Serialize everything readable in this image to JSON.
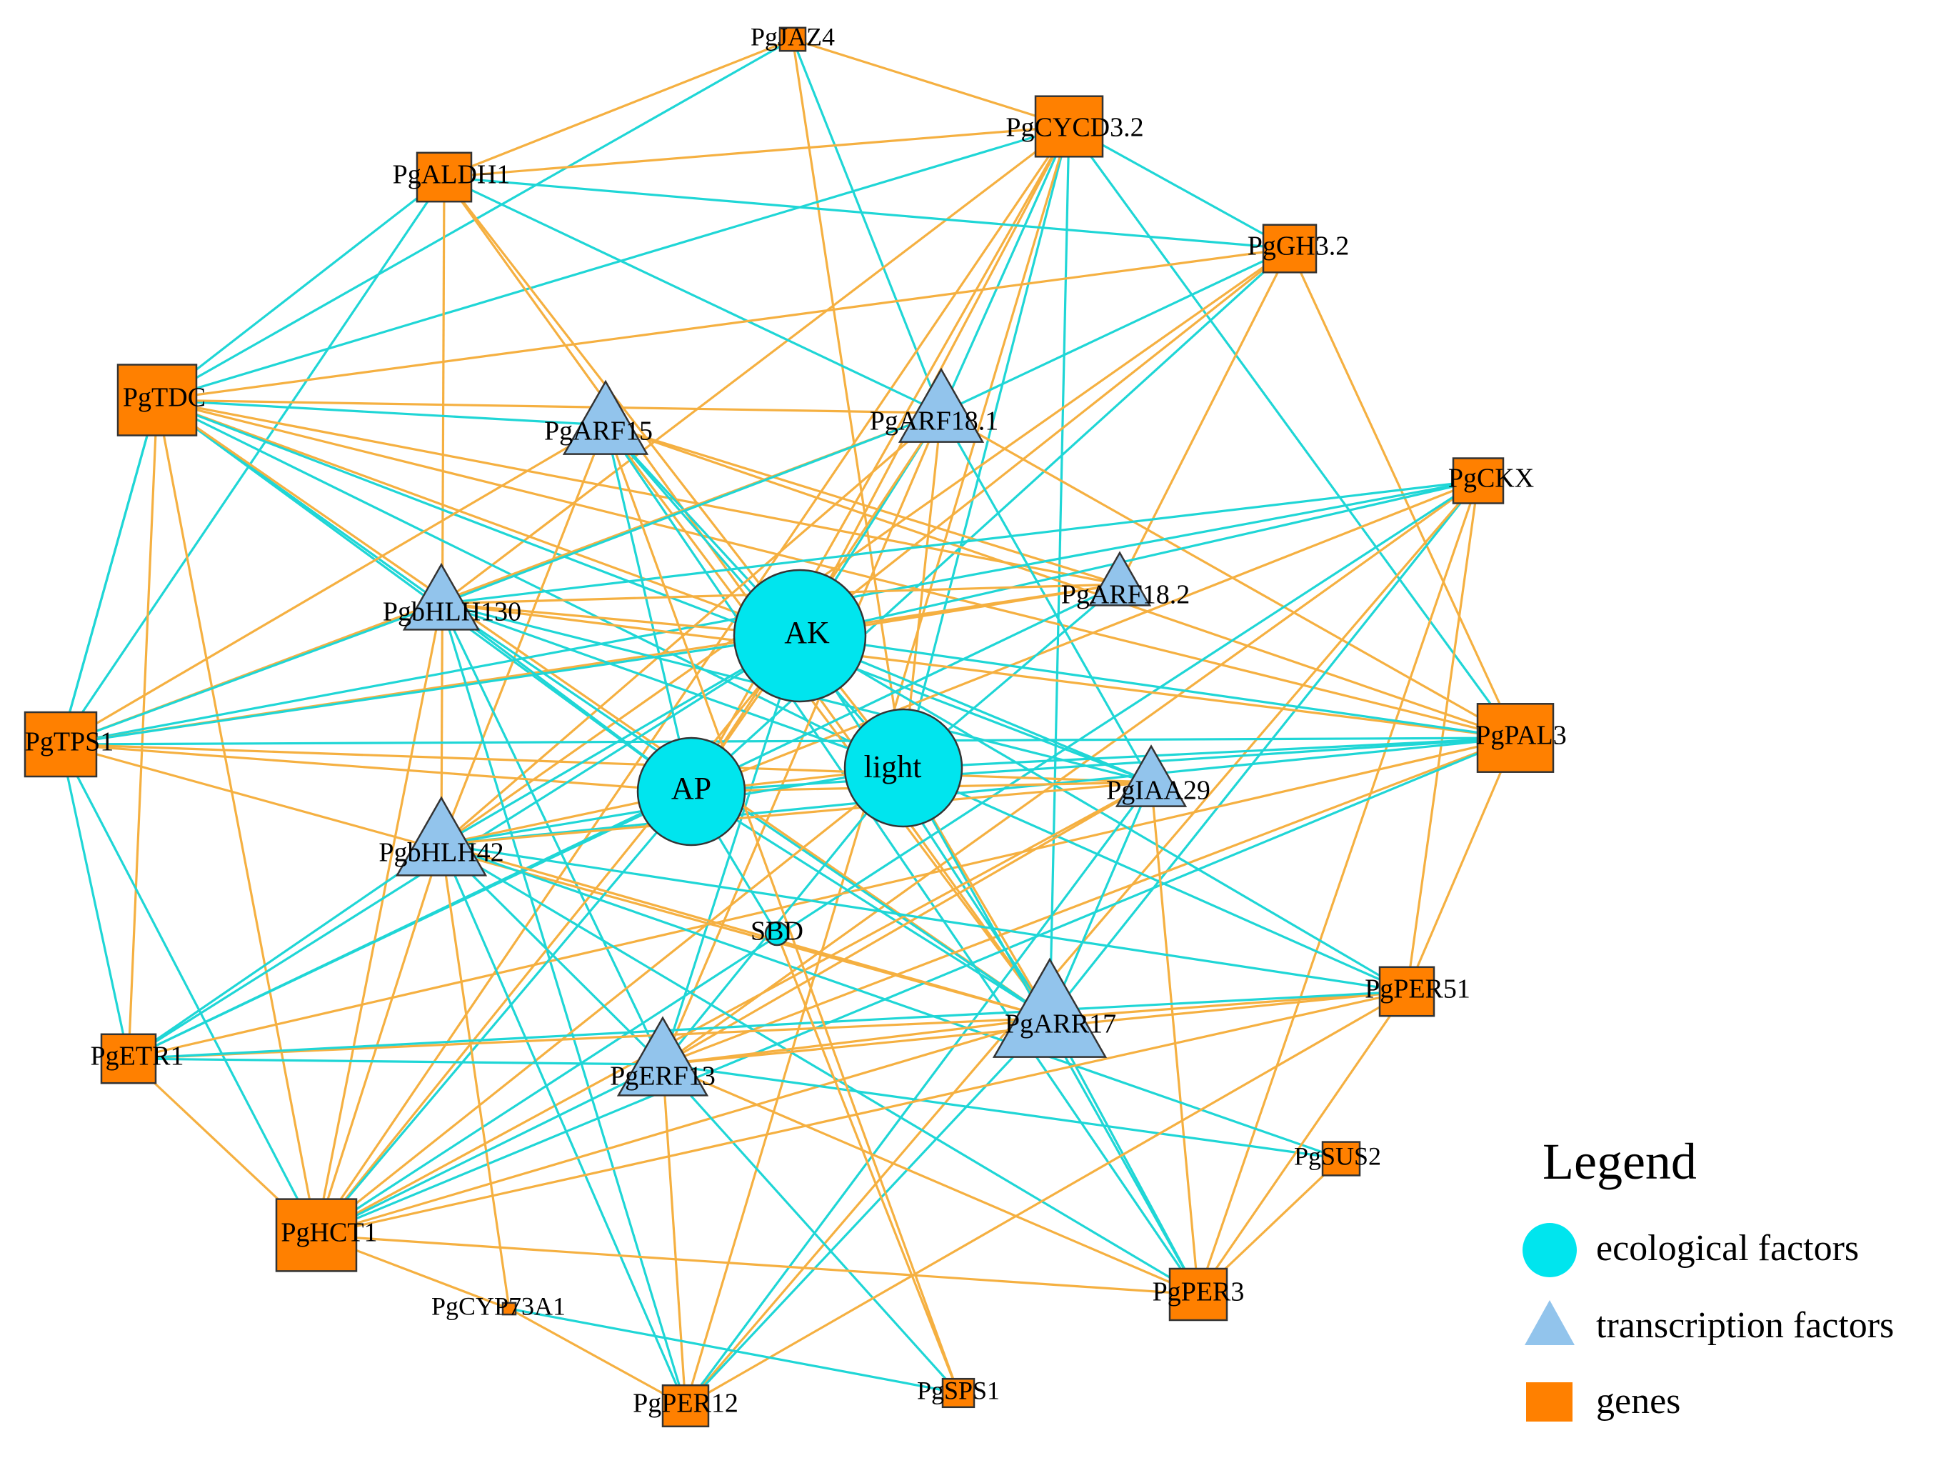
{
  "colors": {
    "positive_edge": "#f5b041",
    "negative_edge": "#1fd6d6",
    "ecological": "#00e5ee",
    "transcription": "#92c4ec",
    "gene": "#ff8000",
    "outline": "#333333"
  },
  "legend": {
    "title": "Legend",
    "items": [
      {
        "shape": "circle",
        "label": "ecological factors"
      },
      {
        "shape": "triangle",
        "label": "transcription factors"
      },
      {
        "shape": "square",
        "label": "genes"
      }
    ]
  },
  "nodes": [
    {
      "id": "AK",
      "label": "AK",
      "type": "ecological"
    },
    {
      "id": "light",
      "label": "light",
      "type": "ecological"
    },
    {
      "id": "AP",
      "label": "AP",
      "type": "ecological"
    },
    {
      "id": "SBD",
      "label": "SBD",
      "type": "ecological"
    },
    {
      "id": "PgARF15",
      "label": "PgARF15",
      "type": "transcription"
    },
    {
      "id": "PgARF18.1",
      "label": "PgARF18.1",
      "type": "transcription"
    },
    {
      "id": "PgARF18.2",
      "label": "PgARF18.2",
      "type": "transcription"
    },
    {
      "id": "PgbHLH130",
      "label": "PgbHLH130",
      "type": "transcription"
    },
    {
      "id": "PgbHLH42",
      "label": "PgbHLH42",
      "type": "transcription"
    },
    {
      "id": "PgIAA29",
      "label": "PgIAA29",
      "type": "transcription"
    },
    {
      "id": "PgARR17",
      "label": "PgARR17",
      "type": "transcription"
    },
    {
      "id": "PgERF13",
      "label": "PgERF13",
      "type": "transcription"
    },
    {
      "id": "PgJAZ4",
      "label": "PgJAZ4",
      "type": "gene"
    },
    {
      "id": "PgCYCD3.2",
      "label": "PgCYCD3.2",
      "type": "gene"
    },
    {
      "id": "PgALDH1",
      "label": "PgALDH1",
      "type": "gene"
    },
    {
      "id": "PgGH3.2",
      "label": "PgGH3.2",
      "type": "gene"
    },
    {
      "id": "PgTDC",
      "label": "PgTDC",
      "type": "gene"
    },
    {
      "id": "PgCKX",
      "label": "PgCKX",
      "type": "gene"
    },
    {
      "id": "PgTPS1",
      "label": "PgTPS1",
      "type": "gene"
    },
    {
      "id": "PgPAL3",
      "label": "PgPAL3",
      "type": "gene"
    },
    {
      "id": "PgPER51",
      "label": "PgPER51",
      "type": "gene"
    },
    {
      "id": "PgETR1",
      "label": "PgETR1",
      "type": "gene"
    },
    {
      "id": "PgSUS2",
      "label": "PgSUS2",
      "type": "gene"
    },
    {
      "id": "PgHCT1",
      "label": "PgHCT1",
      "type": "gene"
    },
    {
      "id": "PgPER3",
      "label": "PgPER3",
      "type": "gene"
    },
    {
      "id": "PgCYP73A1",
      "label": "PgCYP73A1",
      "type": "gene"
    },
    {
      "id": "PgPER12",
      "label": "PgPER12",
      "type": "gene"
    },
    {
      "id": "PgSPS1",
      "label": "PgSPS1",
      "type": "gene"
    }
  ],
  "edges": [
    {
      "from": "PgJAZ4",
      "to": "PgALDH1",
      "sign": "positive"
    },
    {
      "from": "PgJAZ4",
      "to": "PgCYCD3.2",
      "sign": "positive"
    },
    {
      "from": "PgJAZ4",
      "to": "PgTDC",
      "sign": "negative"
    },
    {
      "from": "PgJAZ4",
      "to": "PgARF18.1",
      "sign": "negative"
    },
    {
      "from": "PgJAZ4",
      "to": "light",
      "sign": "positive"
    },
    {
      "from": "PgCYCD3.2",
      "to": "PgALDH1",
      "sign": "positive"
    },
    {
      "from": "PgCYCD3.2",
      "to": "PgTDC",
      "sign": "negative"
    },
    {
      "from": "PgCYCD3.2",
      "to": "PgARF18.1",
      "sign": "negative"
    },
    {
      "from": "PgCYCD3.2",
      "to": "AK",
      "sign": "positive"
    },
    {
      "from": "PgCYCD3.2",
      "to": "AP",
      "sign": "positive"
    },
    {
      "from": "PgCYCD3.2",
      "to": "light",
      "sign": "negative"
    },
    {
      "from": "PgCYCD3.2",
      "to": "PgGH3.2",
      "sign": "negative"
    },
    {
      "from": "PgCYCD3.2",
      "to": "PgPAL3",
      "sign": "negative"
    },
    {
      "from": "PgCYCD3.2",
      "to": "PgARR17",
      "sign": "negative"
    },
    {
      "from": "PgCYCD3.2",
      "to": "PgPER12",
      "sign": "positive"
    },
    {
      "from": "PgCYCD3.2",
      "to": "PgHCT1",
      "sign": "positive"
    },
    {
      "from": "PgCYCD3.2",
      "to": "PgbHLH130",
      "sign": "positive"
    },
    {
      "from": "PgALDH1",
      "to": "PgGH3.2",
      "sign": "negative"
    },
    {
      "from": "PgALDH1",
      "to": "PgTPS1",
      "sign": "negative"
    },
    {
      "from": "PgALDH1",
      "to": "AK",
      "sign": "positive"
    },
    {
      "from": "PgALDH1",
      "to": "PgARF18.1",
      "sign": "negative"
    },
    {
      "from": "PgALDH1",
      "to": "PgbHLH42",
      "sign": "positive"
    },
    {
      "from": "PgALDH1",
      "to": "PgARR17",
      "sign": "positive"
    },
    {
      "from": "PgGH3.2",
      "to": "PgTDC",
      "sign": "positive"
    },
    {
      "from": "PgGH3.2",
      "to": "PgARF18.1",
      "sign": "negative"
    },
    {
      "from": "PgGH3.2",
      "to": "AK",
      "sign": "positive"
    },
    {
      "from": "PgGH3.2",
      "to": "AP",
      "sign": "negative"
    },
    {
      "from": "PgGH3.2",
      "to": "PgPAL3",
      "sign": "positive"
    },
    {
      "from": "PgGH3.2",
      "to": "PgARF18.2",
      "sign": "positive"
    },
    {
      "from": "PgGH3.2",
      "to": "PgbHLH42",
      "sign": "positive"
    },
    {
      "from": "PgTDC",
      "to": "PgARF15",
      "sign": "negative"
    },
    {
      "from": "PgTDC",
      "to": "PgARF18.1",
      "sign": "positive"
    },
    {
      "from": "PgTDC",
      "to": "PgbHLH130",
      "sign": "negative"
    },
    {
      "from": "PgTDC",
      "to": "AK",
      "sign": "positive"
    },
    {
      "from": "PgTDC",
      "to": "AP",
      "sign": "negative"
    },
    {
      "from": "PgTDC",
      "to": "light",
      "sign": "negative"
    },
    {
      "from": "PgTDC",
      "to": "PgARF18.2",
      "sign": "positive"
    },
    {
      "from": "PgTDC",
      "to": "PgPAL3",
      "sign": "positive"
    },
    {
      "from": "PgTDC",
      "to": "PgIAA29",
      "sign": "negative"
    },
    {
      "from": "PgTDC",
      "to": "PgTPS1",
      "sign": "negative"
    },
    {
      "from": "PgTDC",
      "to": "PgETR1",
      "sign": "positive"
    },
    {
      "from": "PgTDC",
      "to": "PgHCT1",
      "sign": "positive"
    },
    {
      "from": "PgTDC",
      "to": "PgARR17",
      "sign": "positive"
    },
    {
      "from": "PgARF15",
      "to": "PgTPS1",
      "sign": "positive"
    },
    {
      "from": "PgARF15",
      "to": "AK",
      "sign": "negative"
    },
    {
      "from": "PgARF15",
      "to": "AP",
      "sign": "negative"
    },
    {
      "from": "PgARF15",
      "to": "light",
      "sign": "negative"
    },
    {
      "from": "PgARF15",
      "to": "PgPAL3",
      "sign": "positive"
    },
    {
      "from": "PgARF15",
      "to": "PgARR17",
      "sign": "positive"
    },
    {
      "from": "PgARF15",
      "to": "PgbHLH42",
      "sign": "positive"
    },
    {
      "from": "PgARF15",
      "to": "PgARF18.2",
      "sign": "positive"
    },
    {
      "from": "PgARF15",
      "to": "PgPER3",
      "sign": "negative"
    },
    {
      "from": "PgARF18.1",
      "to": "AK",
      "sign": "negative"
    },
    {
      "from": "PgARF18.1",
      "to": "AP",
      "sign": "positive"
    },
    {
      "from": "PgARF18.1",
      "to": "light",
      "sign": "positive"
    },
    {
      "from": "PgARF18.1",
      "to": "PgPAL3",
      "sign": "positive"
    },
    {
      "from": "PgARF18.1",
      "to": "PgIAA29",
      "sign": "negative"
    },
    {
      "from": "PgARF18.1",
      "to": "PgbHLH42",
      "sign": "positive"
    },
    {
      "from": "PgARF18.1",
      "to": "PgTPS1",
      "sign": "positive"
    },
    {
      "from": "PgARF18.1",
      "to": "PgERF13",
      "sign": "positive"
    },
    {
      "from": "PgARF18.1",
      "to": "PgbHLH130",
      "sign": "negative"
    },
    {
      "from": "PgCKX",
      "to": "PgbHLH130",
      "sign": "negative"
    },
    {
      "from": "PgCKX",
      "to": "AK",
      "sign": "negative"
    },
    {
      "from": "PgCKX",
      "to": "AP",
      "sign": "positive"
    },
    {
      "from": "PgCKX",
      "to": "PgTPS1",
      "sign": "negative"
    },
    {
      "from": "PgCKX",
      "to": "PgARR17",
      "sign": "negative"
    },
    {
      "from": "PgCKX",
      "to": "PgERF13",
      "sign": "positive"
    },
    {
      "from": "PgCKX",
      "to": "PgHCT1",
      "sign": "negative"
    },
    {
      "from": "PgCKX",
      "to": "PgPER51",
      "sign": "positive"
    },
    {
      "from": "PgCKX",
      "to": "PgPER3",
      "sign": "positive"
    },
    {
      "from": "PgCKX",
      "to": "PgPER12",
      "sign": "positive"
    },
    {
      "from": "PgARF18.2",
      "to": "AK",
      "sign": "positive"
    },
    {
      "from": "PgARF18.2",
      "to": "PgbHLH130",
      "sign": "positive"
    },
    {
      "from": "PgARF18.2",
      "to": "light",
      "sign": "negative"
    },
    {
      "from": "PgARF18.2",
      "to": "PgETR1",
      "sign": "negative"
    },
    {
      "from": "PgARF18.2",
      "to": "PgTPS1",
      "sign": "positive"
    },
    {
      "from": "PgbHLH130",
      "to": "AK",
      "sign": "positive"
    },
    {
      "from": "PgbHLH130",
      "to": "AP",
      "sign": "negative"
    },
    {
      "from": "PgbHLH130",
      "to": "light",
      "sign": "negative"
    },
    {
      "from": "PgbHLH130",
      "to": "PgPAL3",
      "sign": "positive"
    },
    {
      "from": "PgbHLH130",
      "to": "PgIAA29",
      "sign": "negative"
    },
    {
      "from": "PgbHLH130",
      "to": "PgTPS1",
      "sign": "negative"
    },
    {
      "from": "PgbHLH130",
      "to": "PgARR17",
      "sign": "negative"
    },
    {
      "from": "PgbHLH130",
      "to": "PgERF13",
      "sign": "negative"
    },
    {
      "from": "PgbHLH130",
      "to": "PgPER12",
      "sign": "negative"
    },
    {
      "from": "PgbHLH130",
      "to": "PgHCT1",
      "sign": "positive"
    },
    {
      "from": "PgTPS1",
      "to": "AK",
      "sign": "negative"
    },
    {
      "from": "PgTPS1",
      "to": "AP",
      "sign": "positive"
    },
    {
      "from": "PgTPS1",
      "to": "PgPAL3",
      "sign": "negative"
    },
    {
      "from": "PgTPS1",
      "to": "PgIAA29",
      "sign": "positive"
    },
    {
      "from": "PgTPS1",
      "to": "PgETR1",
      "sign": "negative"
    },
    {
      "from": "PgTPS1",
      "to": "PgHCT1",
      "sign": "negative"
    },
    {
      "from": "PgTPS1",
      "to": "PgARR17",
      "sign": "positive"
    },
    {
      "from": "PgPAL3",
      "to": "AK",
      "sign": "negative"
    },
    {
      "from": "PgPAL3",
      "to": "AP",
      "sign": "negative"
    },
    {
      "from": "PgPAL3",
      "to": "light",
      "sign": "negative"
    },
    {
      "from": "PgPAL3",
      "to": "PgbHLH42",
      "sign": "negative"
    },
    {
      "from": "PgPAL3",
      "to": "PgERF13",
      "sign": "positive"
    },
    {
      "from": "PgPAL3",
      "to": "PgETR1",
      "sign": "positive"
    },
    {
      "from": "PgPAL3",
      "to": "PgPER51",
      "sign": "positive"
    },
    {
      "from": "PgPAL3",
      "to": "PgHCT1",
      "sign": "negative"
    },
    {
      "from": "AK",
      "to": "AP",
      "sign": "positive"
    },
    {
      "from": "AK",
      "to": "light",
      "sign": "positive"
    },
    {
      "from": "AK",
      "to": "PgbHLH42",
      "sign": "negative"
    },
    {
      "from": "AK",
      "to": "PgIAA29",
      "sign": "negative"
    },
    {
      "from": "AK",
      "to": "PgARR17",
      "sign": "negative"
    },
    {
      "from": "AK",
      "to": "PgERF13",
      "sign": "negative"
    },
    {
      "from": "AK",
      "to": "PgETR1",
      "sign": "negative"
    },
    {
      "from": "AK",
      "to": "PgHCT1",
      "sign": "positive"
    },
    {
      "from": "AK",
      "to": "PgPER51",
      "sign": "negative"
    },
    {
      "from": "AP",
      "to": "light",
      "sign": "positive"
    },
    {
      "from": "AP",
      "to": "PgbHLH42",
      "sign": "positive"
    },
    {
      "from": "AP",
      "to": "PgIAA29",
      "sign": "positive"
    },
    {
      "from": "AP",
      "to": "PgARR17",
      "sign": "negative"
    },
    {
      "from": "AP",
      "to": "PgETR1",
      "sign": "negative"
    },
    {
      "from": "AP",
      "to": "PgHCT1",
      "sign": "negative"
    },
    {
      "from": "AP",
      "to": "SBD",
      "sign": "negative"
    },
    {
      "from": "light",
      "to": "PgbHLH42",
      "sign": "negative"
    },
    {
      "from": "light",
      "to": "PgARR17",
      "sign": "positive"
    },
    {
      "from": "light",
      "to": "PgPER3",
      "sign": "negative"
    },
    {
      "from": "light",
      "to": "PgERF13",
      "sign": "negative"
    },
    {
      "from": "light",
      "to": "PgHCT1",
      "sign": "positive"
    },
    {
      "from": "light",
      "to": "PgPER51",
      "sign": "negative"
    },
    {
      "from": "PgIAA29",
      "to": "PgbHLH42",
      "sign": "positive"
    },
    {
      "from": "PgIAA29",
      "to": "PgARR17",
      "sign": "negative"
    },
    {
      "from": "PgIAA29",
      "to": "PgERF13",
      "sign": "positive"
    },
    {
      "from": "PgIAA29",
      "to": "PgPER3",
      "sign": "positive"
    },
    {
      "from": "PgIAA29",
      "to": "PgPER12",
      "sign": "negative"
    },
    {
      "from": "PgIAA29",
      "to": "PgHCT1",
      "sign": "positive"
    },
    {
      "from": "PgbHLH42",
      "to": "PgETR1",
      "sign": "negative"
    },
    {
      "from": "PgbHLH42",
      "to": "PgHCT1",
      "sign": "positive"
    },
    {
      "from": "PgbHLH42",
      "to": "PgERF13",
      "sign": "negative"
    },
    {
      "from": "PgbHLH42",
      "to": "PgARR17",
      "sign": "positive"
    },
    {
      "from": "PgbHLH42",
      "to": "PgPER51",
      "sign": "negative"
    },
    {
      "from": "PgbHLH42",
      "to": "PgPER12",
      "sign": "negative"
    },
    {
      "from": "PgbHLH42",
      "to": "PgPER3",
      "sign": "negative"
    },
    {
      "from": "PgbHLH42",
      "to": "PgCYP73A1",
      "sign": "positive"
    },
    {
      "from": "PgbHLH42",
      "to": "PgSUS2",
      "sign": "negative"
    },
    {
      "from": "PgARR17",
      "to": "PgETR1",
      "sign": "positive"
    },
    {
      "from": "PgARR17",
      "to": "PgERF13",
      "sign": "positive"
    },
    {
      "from": "PgARR17",
      "to": "PgPER51",
      "sign": "positive"
    },
    {
      "from": "PgARR17",
      "to": "PgPER3",
      "sign": "negative"
    },
    {
      "from": "PgARR17",
      "to": "PgPER12",
      "sign": "negative"
    },
    {
      "from": "PgARR17",
      "to": "PgHCT1",
      "sign": "positive"
    },
    {
      "from": "PgERF13",
      "to": "PgETR1",
      "sign": "negative"
    },
    {
      "from": "PgERF13",
      "to": "PgPER51",
      "sign": "positive"
    },
    {
      "from": "PgERF13",
      "to": "PgPER3",
      "sign": "positive"
    },
    {
      "from": "PgERF13",
      "to": "PgPER12",
      "sign": "positive"
    },
    {
      "from": "PgERF13",
      "to": "PgSPS1",
      "sign": "negative"
    },
    {
      "from": "PgERF13",
      "to": "PgSUS2",
      "sign": "negative"
    },
    {
      "from": "PgERF13",
      "to": "PgHCT1",
      "sign": "negative"
    },
    {
      "from": "PgETR1",
      "to": "PgHCT1",
      "sign": "positive"
    },
    {
      "from": "PgETR1",
      "to": "PgPER51",
      "sign": "negative"
    },
    {
      "from": "PgHCT1",
      "to": "PgPER3",
      "sign": "positive"
    },
    {
      "from": "PgHCT1",
      "to": "PgCYP73A1",
      "sign": "positive"
    },
    {
      "from": "PgHCT1",
      "to": "PgPER51",
      "sign": "positive"
    },
    {
      "from": "PgPER3",
      "to": "PgSUS2",
      "sign": "positive"
    },
    {
      "from": "PgPER3",
      "to": "PgPER51",
      "sign": "positive"
    },
    {
      "from": "PgPER12",
      "to": "PgCYP73A1",
      "sign": "positive"
    },
    {
      "from": "PgPER12",
      "to": "PgPER51",
      "sign": "positive"
    },
    {
      "from": "PgCYP73A1",
      "to": "PgSPS1",
      "sign": "negative"
    },
    {
      "from": "PgSPS1",
      "to": "SBD",
      "sign": "positive"
    },
    {
      "from": "PgSPS1",
      "to": "PgARF15",
      "sign": "positive"
    },
    {
      "from": "PgTDC",
      "to": "PgALDH1",
      "sign": "negative"
    },
    {
      "from": "PgTPS1",
      "to": "PgTDC",
      "sign": "negative"
    }
  ]
}
